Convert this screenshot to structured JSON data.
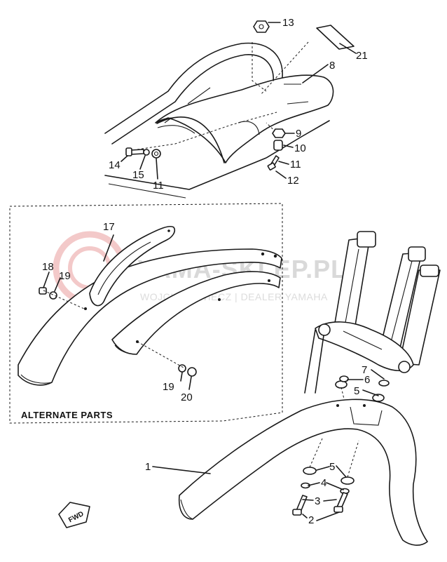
{
  "watermark": {
    "title": "YAMA-SKLEP.PL",
    "subtitle": "WOJCIECH WIECZ | DEALER YAMAHA"
  },
  "section_label": "ALTERNATE PARTS",
  "direction_label": "FWD",
  "callouts": [
    {
      "id": "c13",
      "text": "13"
    },
    {
      "id": "c21",
      "text": "21"
    },
    {
      "id": "c8",
      "text": "8"
    },
    {
      "id": "c9",
      "text": "9"
    },
    {
      "id": "c10",
      "text": "10"
    },
    {
      "id": "c11a",
      "text": "11"
    },
    {
      "id": "c12",
      "text": "12"
    },
    {
      "id": "c14",
      "text": "14"
    },
    {
      "id": "c15",
      "text": "15"
    },
    {
      "id": "c11b",
      "text": "11"
    },
    {
      "id": "c17",
      "text": "17"
    },
    {
      "id": "c18",
      "text": "18"
    },
    {
      "id": "c19a",
      "text": "19"
    },
    {
      "id": "c19b",
      "text": "19"
    },
    {
      "id": "c20",
      "text": "20"
    },
    {
      "id": "c7",
      "text": "7"
    },
    {
      "id": "c6",
      "text": "6"
    },
    {
      "id": "c5a",
      "text": "5"
    },
    {
      "id": "c1",
      "text": "1"
    },
    {
      "id": "c5b",
      "text": "5"
    },
    {
      "id": "c4",
      "text": "4"
    },
    {
      "id": "c3",
      "text": "3"
    },
    {
      "id": "c2",
      "text": "2"
    }
  ]
}
